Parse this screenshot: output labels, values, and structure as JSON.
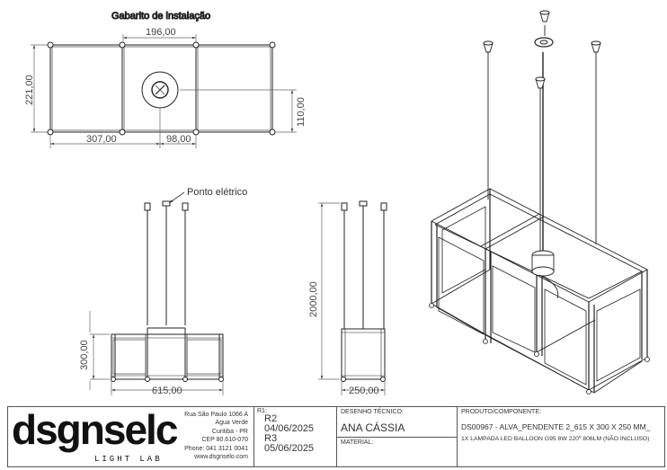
{
  "views": {
    "top": {
      "title": "Gabarito de instalação",
      "dims": {
        "width_top": "196,00",
        "height_left": "221,00",
        "height_right": "110,00",
        "width_bottom_left": "307,00",
        "width_bottom_right": "98,00"
      }
    },
    "front": {
      "callout": "Ponto elétrico",
      "dim_height": "300,00",
      "dim_width": "615,00"
    },
    "side": {
      "dim_overall": "2000,00",
      "dim_width": "250,00"
    }
  },
  "title_block": {
    "brand": "dsgnselc",
    "brand_sub": "LIGHT LAB",
    "address": [
      "Rua São Paulo 1066 A",
      "Agua Verde",
      "Curitiba - PR",
      "CEP 80.610-070",
      "Phone: 041 3121 0041",
      "www.dsgnselo.com"
    ],
    "rev_header": "R1:",
    "revisions": [
      {
        "code": "R2",
        "date": "04/06/2025"
      },
      {
        "code": "R3",
        "date": "05/06/2025"
      }
    ],
    "designer_label": "DESENHO TÉCNICO:",
    "designer": "ANA CÁSSIA",
    "material_label": "MATERIAL:",
    "product_label": "PRODUTO/COMPONENTE:",
    "product_name": "DS00967 - ALVA_PENDENTE 2_615 X 300 X 250 MM_",
    "product_desc": "1X LAMPADA LED BALLOON G95 8W 220º 806LM (NÃO INCLUSO)"
  }
}
